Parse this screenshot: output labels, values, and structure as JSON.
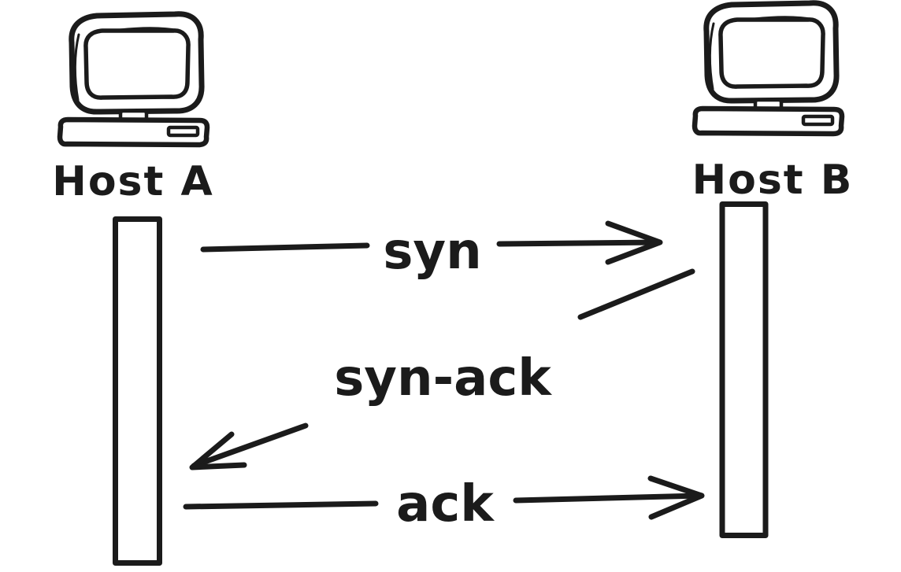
{
  "canvas": {
    "background": "#ffffff",
    "ink_color": "#1b1b1b"
  },
  "hosts": [
    {
      "name": "Host A"
    },
    {
      "name": "Host B"
    }
  ],
  "messages": [
    {
      "label": "syn",
      "from": "Host A",
      "to": "Host B",
      "direction": "right"
    },
    {
      "label": "syn-ack",
      "from": "Host B",
      "to": "Host A",
      "direction": "left"
    },
    {
      "label": "ack",
      "from": "Host A",
      "to": "Host B",
      "direction": "right"
    }
  ]
}
